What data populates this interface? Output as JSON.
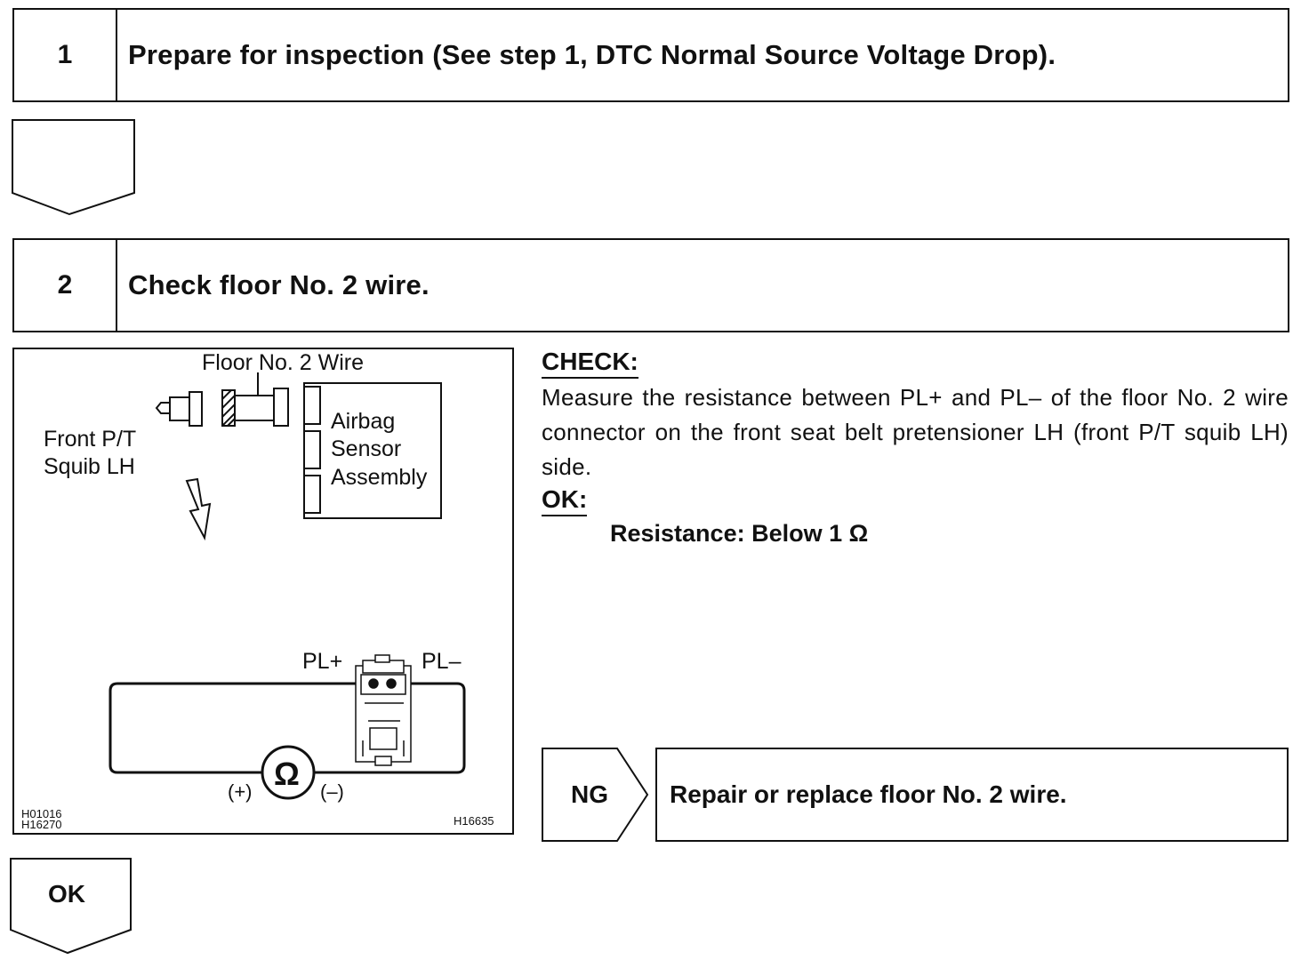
{
  "steps": [
    {
      "number": "1",
      "title": "Prepare for inspection (See step 1, DTC Normal Source Voltage Drop)."
    },
    {
      "number": "2",
      "title": "Check floor No. 2 wire."
    }
  ],
  "figure": {
    "wire_label": "Floor No. 2 Wire",
    "squib_label_1": "Front P/T",
    "squib_label_2": "Squib LH",
    "sensor_label_1": "Airbag",
    "sensor_label_2": "Sensor",
    "sensor_label_3": "Assembly",
    "pl_plus": "PL+",
    "pl_minus": "PL–",
    "ohm_symbol": "Ω",
    "meter_plus": "(+)",
    "meter_minus": "(–)",
    "code_left_1": "H01016",
    "code_left_2": "H16270",
    "code_right": "H16635"
  },
  "check": {
    "title": "CHECK:",
    "body": "Measure the resistance between PL+ and PL– of the floor No. 2 wire connector on the front seat belt pretensioner LH (front P/T squib LH) side."
  },
  "ok_spec": {
    "title": "OK:",
    "value": "Resistance: Below 1 Ω"
  },
  "ng": {
    "label": "NG",
    "action": "Repair or replace floor No. 2 wire."
  },
  "ok_arrow": {
    "label": "OK"
  }
}
